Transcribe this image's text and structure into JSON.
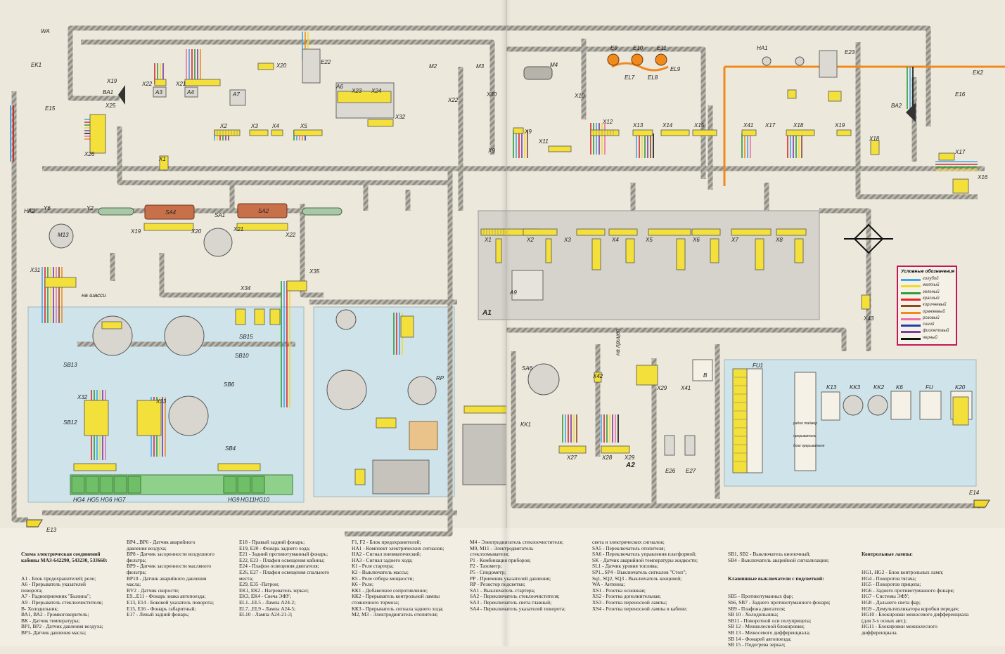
{
  "labels": {
    "WA": "WA",
    "EK1": "EK1",
    "BA1": "BA1",
    "X19a": "X19",
    "E15": "E15",
    "X25": "X25",
    "X26": "X26",
    "X22": "X22",
    "A3": "A3",
    "A4": "A4",
    "X21": "X21",
    "A7": "A7",
    "X20": "X20",
    "E22": "E22",
    "A6": "A6",
    "X23": "X23",
    "X24": "X24",
    "X32": "X32",
    "M2": "M2",
    "M3": "M3",
    "M4": "M4",
    "X22b": "X22",
    "X30": "X30",
    "X10": "X10",
    "E9": "E9",
    "E10": "E10",
    "E11": "E11",
    "EL7": "EL7",
    "EL8": "EL8",
    "EL9": "EL9",
    "HA1": "HA1",
    "E23": "E23",
    "EK2": "EK2",
    "BA2": "BA2",
    "E16": "E16",
    "X18": "X18",
    "X17": "X17",
    "X16": "X16",
    "X2": "X2",
    "X3": "X3",
    "X4": "X4",
    "X5": "X5",
    "X1": "X1",
    "X12": "X12",
    "X13": "X13",
    "X14": "X14",
    "X15": "X15",
    "X41": "X41",
    "X17b": "X17",
    "X18b": "X18",
    "X19b": "X19",
    "X9": "X9",
    "X9b": "X9",
    "X11": "X11",
    "HA2": "HA2",
    "Y6": "Y6",
    "Y2": "Y2",
    "M13": "M13",
    "SA4": "SA4",
    "SA1": "SA1",
    "SA2": "SA2",
    "X19c": "X19",
    "X20b": "X20",
    "X21b": "X21",
    "X22c": "X22",
    "X31": "X31",
    "X34": "X34",
    "X35": "X35",
    "na_shassi": "на шасси",
    "SB13": "SB13",
    "SB12": "SB12",
    "SB15": "SB15",
    "SB10": "SB10",
    "SB6": "SB6",
    "SB4": "SB4",
    "X32b": "X32",
    "X33": "X33",
    "HG4": "HG4",
    "HG5": "HG5",
    "HG6": "HG6",
    "HG7": "HG7",
    "HG9": "HG9",
    "HG11": "HG11",
    "HG10": "HG10",
    "RP": "RP",
    "A1": "A1",
    "A9": "A9",
    "pX1": "X1",
    "pX2": "X2",
    "pX3": "X3",
    "pX4": "X4",
    "pX5": "X5",
    "pX6": "X6",
    "pX7": "X7",
    "pX8": "X8",
    "X43": "X43",
    "SA6": "SA6",
    "KK1": "KK1",
    "X27": "X27",
    "X28": "X28",
    "X29": "X29",
    "A2": "A2",
    "X42": "X42",
    "na_pritsep": "на прицеп",
    "X29b": "X29",
    "X41b": "X41",
    "B": "B",
    "E26": "E26",
    "E27": "E27",
    "FU1": "FU1",
    "K13": "K13",
    "KK3": "KK3",
    "KK2": "KK2",
    "K6": "K6",
    "FU": "FU",
    "K20": "K20",
    "E14": "E14",
    "E13": "E13",
    "radio_timer": "радио таймер",
    "prerivatel": "прерыватель",
    "blok_prer": "блок прерывателя"
  },
  "legend": {
    "title": "Условные обозначения",
    "items": [
      {
        "name": "голубой",
        "color": "#3aa7e8"
      },
      {
        "name": "желтый",
        "color": "#f2d92a"
      },
      {
        "name": "зеленый",
        "color": "#2f9b3a"
      },
      {
        "name": "красный",
        "color": "#e0262a"
      },
      {
        "name": "коричневый",
        "color": "#8a4b1d"
      },
      {
        "name": "оранжевый",
        "color": "#f08a1d"
      },
      {
        "name": "розовый",
        "color": "#ee6fa8"
      },
      {
        "name": "синий",
        "color": "#1f3fa6"
      },
      {
        "name": "фиолетовый",
        "color": "#7b3aa6"
      },
      {
        "name": "черный",
        "color": "#111111"
      }
    ]
  },
  "caption": {
    "col1_title": "Схема электрическая соединений\nкабины МАЗ-642290, 543230, 533660:",
    "col1": "А1 - Блок предохранителей; реле;\nА6 - Прерыватель указателей\nповорота;\nА7 - Радиоприемник \"Былина\";\nА9 - Прерыватель стеклоочистителя;\nВ- Холодильник;\nВА1, ВА2 - Громкоговоритель;\nВК - Датчик температуры;\nВР1, ВР2 - Датчик давления воздуха;\nВР3- Датчик давления масла;",
    "col2": "ВР4...ВР6 - Датчик аварийного\nдавления воздуха;\nВР8 - Датчик засоренности воздушного\nфильтра;\nВР9 - Датчик засоренности масляного\nфильтра;\nВР10 - Датчик аварийного давления\nмасла;\nВV2 - Датчик скорости;\nЕ9...Е11 - Фонарь знака автопоезда;\nЕ13, Е14 - Боковой указатель поворота;\nЕ15, Е16 - Фонарь габаритный;\nЕ17 - Левый задний фонарь;",
    "col3": "Е18 - Правый задний фонарь;\nЕ19, Е20 - Фонарь заднего хода;\nЕ21 - Задний противотуманный фонарь;\nЕ22, Е23 - Плафон освещения кабины;\nЕ24 - Плафон освещения двигателя;\nЕ26, Е27 - Плафон освещения спального\nместа;\nЕ29, Е35 -Патрон;\nЕК1, ЕК2 - Нагреватель зеркал;\nЕК3, ЕК4 - Свеча ЭФУ;\nЕL1...EL5 - Лампа А24-2;\nEL7...EL9 - Лампа А24-5;\nEL10 - Лампа А24-21-3;",
    "col4": "F1, F2 - Блок предохранителей;\nНА1 - Комплект электрических сигналов;\nНА2 - Сигнал пневматический;\nНА3 - Сигнал заднего хода;\nК1 - Реле стартера;\nК2 - Выключатель массы;\nК5 - Реле отбора мощности;\nК6 - Реле;\nКК1 - Добавочное сопротивление;\nКК2 - Прерыватель контрольной лампы\nстояночного тормоза;\nКК3 - Прерыватель сигнала заднего хода;\nМ2, М3 - Электродвигатель отопителя;",
    "col5": "М4 - Электродвигатель стеклоочистителя;\nМ9, М11 - Электродвигатель\nстеклоомывателя;\nР1 - Комбинация приборов;\nР2 - Тахометр;\nР5 - Спидометр;\nРР - Приемник указателей давления;\nRP - Резистор подсветки;\nSA1 - Выключатель стартера;\nSA2 - Переключатель стеклоочистителя;\nSA3 - Переключатель света главный;\nSA4 - Переключатель указателей поворота;",
    "col6": "света и электрических сигналов;\nSA5 - Переключатель отопителя;\nSA6 - Переключатель управления платформой;\nSK - Датчик аварийной температуры жидкости;\nSL1 - Датчик уровня топлива;\nSP1...SP4 - Выключатель сигналов \"Стоп\";\nSq1, SQ2, SQ3 - Выключатель концевой;\nWA - Антенна;\nXS1 - Розетка основная;\nXS2 - Розетка дополнительная;\nXS3 - Розетка переносной лампы;\nXS4 - Розетка переносной лампы в кабине;",
    "col7_a": "SB1, SB2 - Выключатель кнопочный;\nSB4 - Выключатель аварийной сигнализации;",
    "col7_title": "Клавишные выключатели с подсветкой:",
    "col7_b": "SB5 - Противотуманных фар;\nSb6, SB7 - Заднего противотуманного фонаря;\nSB9 - Плафона двигателя;\nSB 10 - Холодильника;\nSB11 - Поворотной оси полуприцепа;\nSB 12 - Межколесной блокировки;\nSB 13 - Межосевого дифференциала;\nSB 14 - Фонарей автопоезда;\nSB 15 - Подогрева зеркал;",
    "col8_title": "Контрольные лампы:",
    "col8": "HG1, HG2 - Блок контрольных ламп;\nHG4 - Поворотов тягача;\nHG5 - Поворотов прицепа;\nHG6 - Заднего противотуманного фонаря;\nHG7 - Системы ЭФУ;\nHG8 - Дальнего света фар;\nHG9 - Демультипликатора коробки передач;\nHG10 - Блокировки межосевого дифференциала\n(для 3-х осных авт.);\nHG11 - Блокировки межколесного\nдифференциала."
  }
}
